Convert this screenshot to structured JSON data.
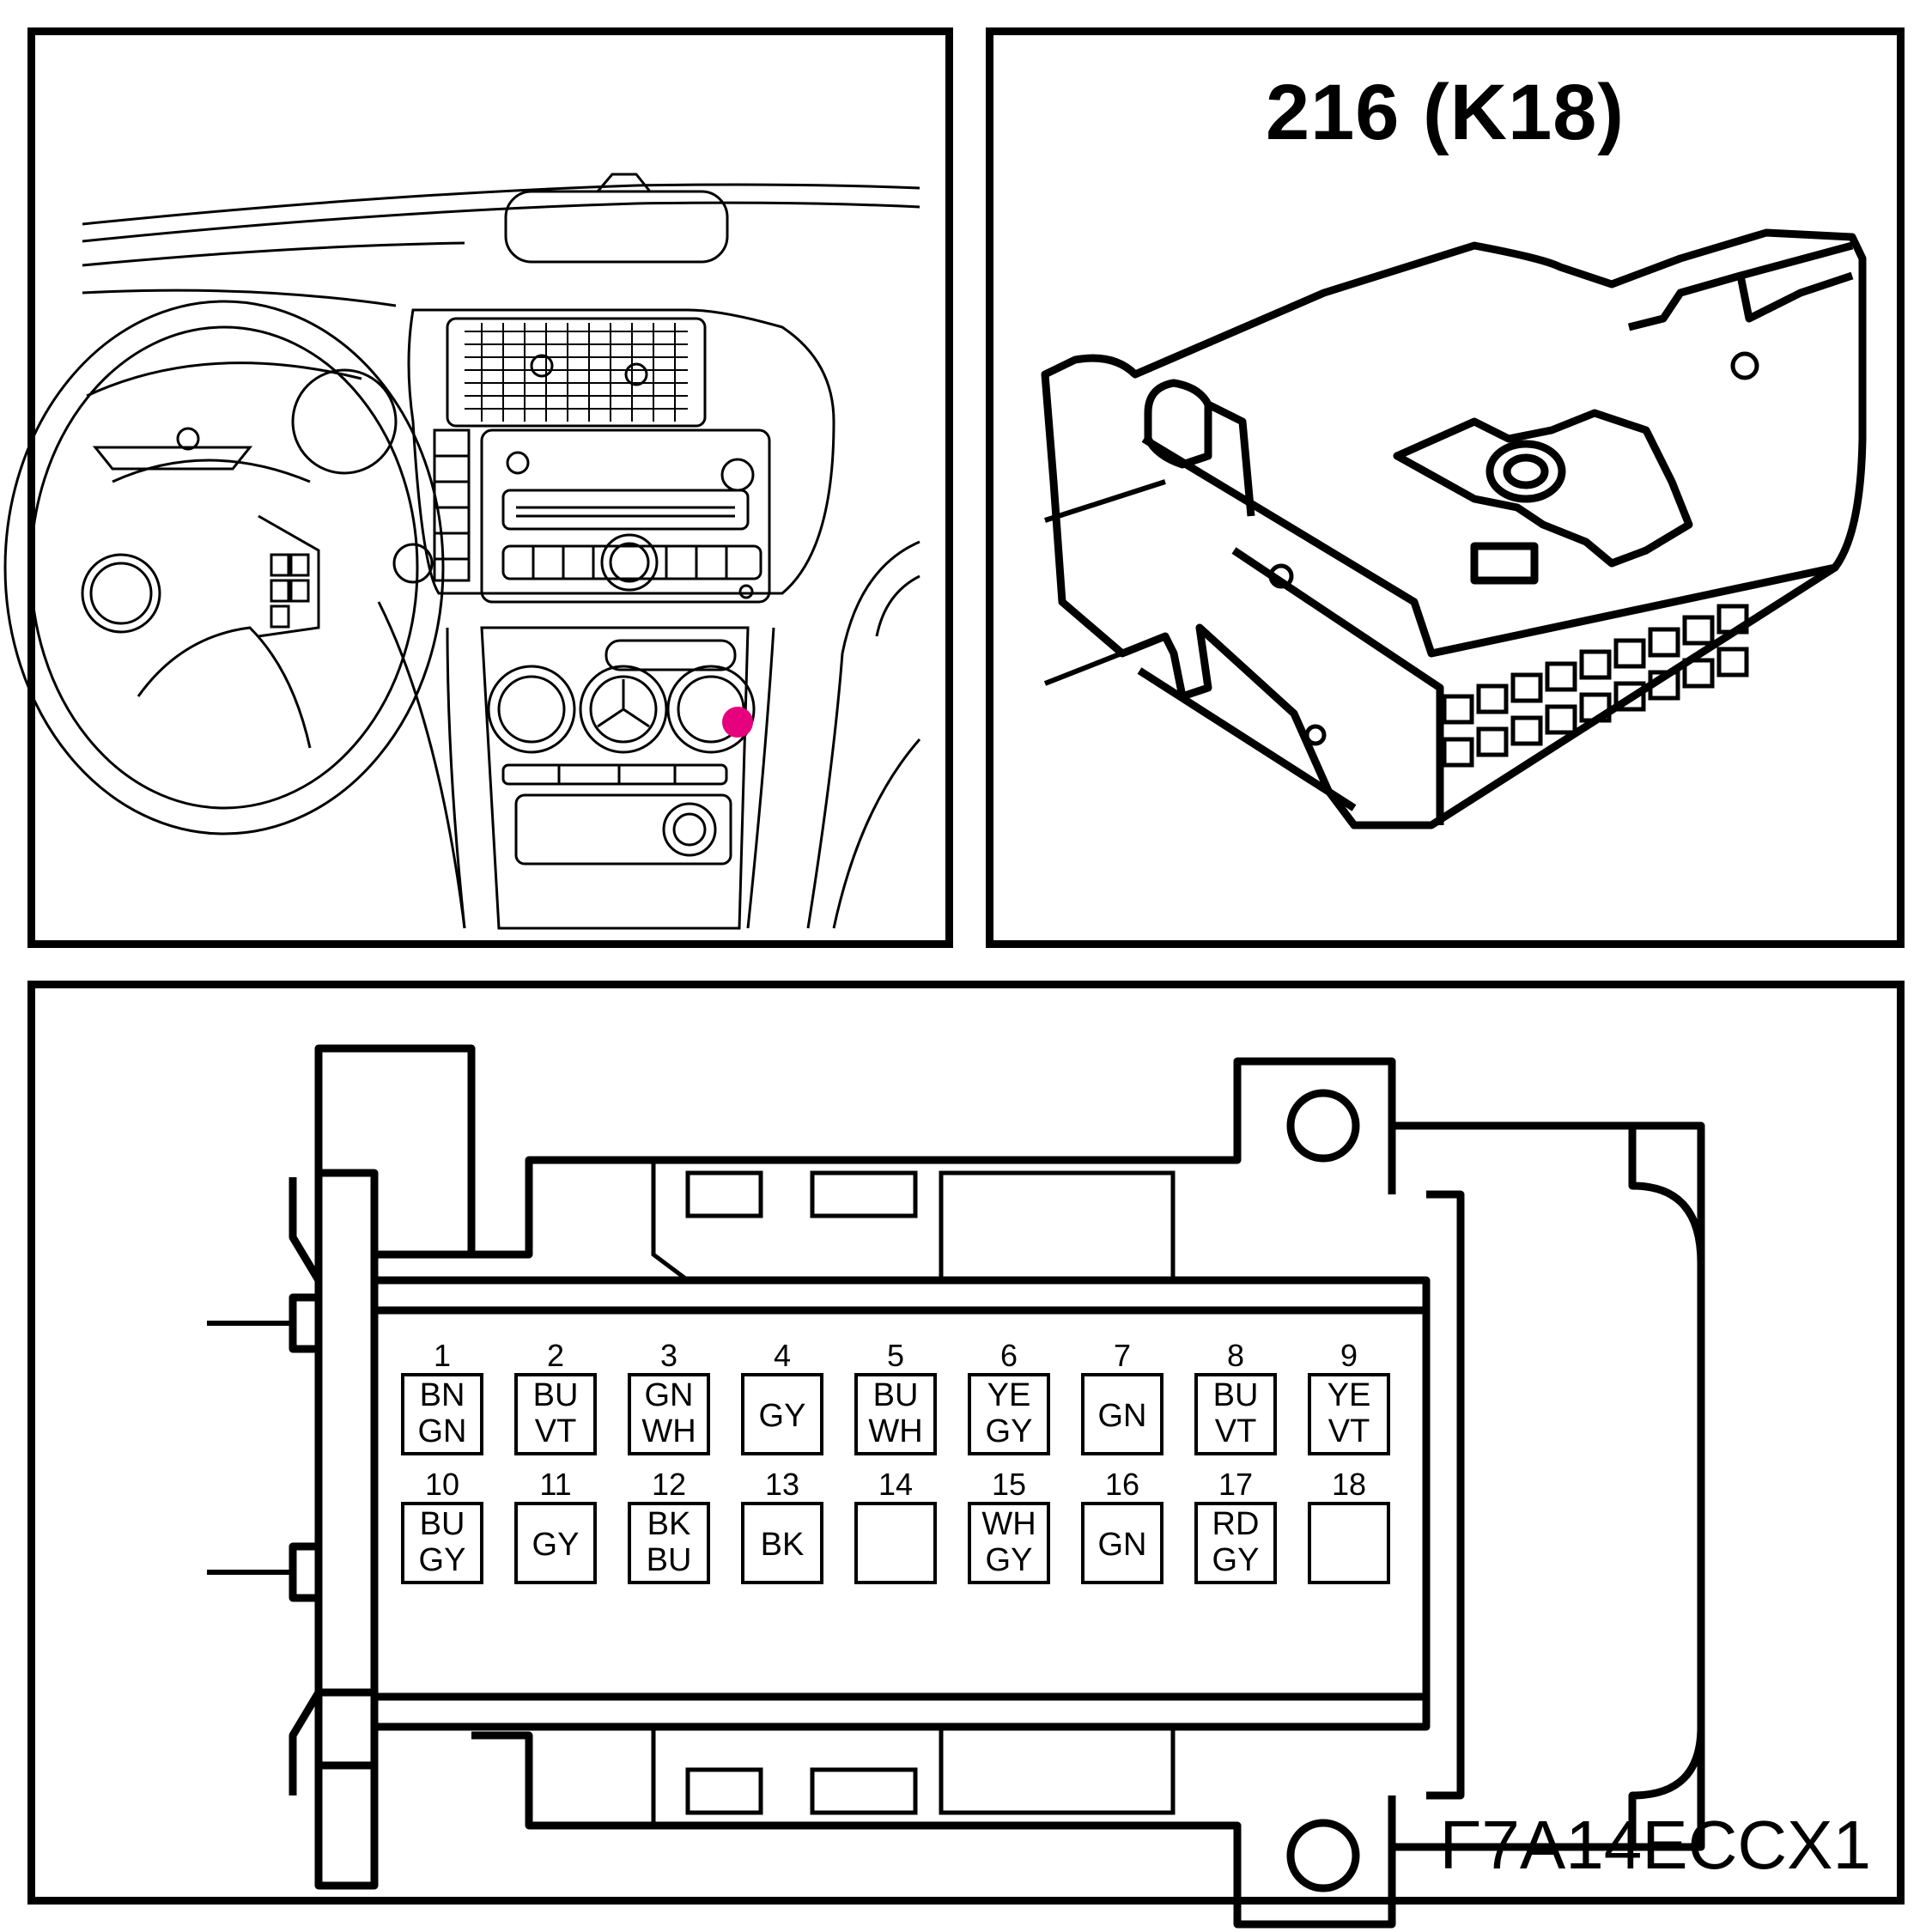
{
  "connector": {
    "title": "216 (K18)",
    "reference": "F7A14ECCX1"
  },
  "colors": {
    "highlight": "#e6007e",
    "line": "#000000"
  },
  "pins": [
    {
      "num": "1",
      "colors": [
        "BN",
        "GN"
      ]
    },
    {
      "num": "2",
      "colors": [
        "BU",
        "VT"
      ]
    },
    {
      "num": "3",
      "colors": [
        "GN",
        "WH"
      ]
    },
    {
      "num": "4",
      "colors": [
        "GY"
      ]
    },
    {
      "num": "5",
      "colors": [
        "BU",
        "WH"
      ]
    },
    {
      "num": "6",
      "colors": [
        "YE",
        "GY"
      ]
    },
    {
      "num": "7",
      "colors": [
        "GN"
      ]
    },
    {
      "num": "8",
      "colors": [
        "BU",
        "VT"
      ]
    },
    {
      "num": "9",
      "colors": [
        "YE",
        "VT"
      ]
    },
    {
      "num": "10",
      "colors": [
        "BU",
        "GY"
      ]
    },
    {
      "num": "11",
      "colors": [
        "GY"
      ]
    },
    {
      "num": "12",
      "colors": [
        "BK",
        "BU"
      ]
    },
    {
      "num": "13",
      "colors": [
        "BK"
      ]
    },
    {
      "num": "14",
      "colors": []
    },
    {
      "num": "15",
      "colors": [
        "WH",
        "GY"
      ]
    },
    {
      "num": "16",
      "colors": [
        "GN"
      ]
    },
    {
      "num": "17",
      "colors": [
        "RD",
        "GY"
      ]
    },
    {
      "num": "18",
      "colors": []
    }
  ]
}
